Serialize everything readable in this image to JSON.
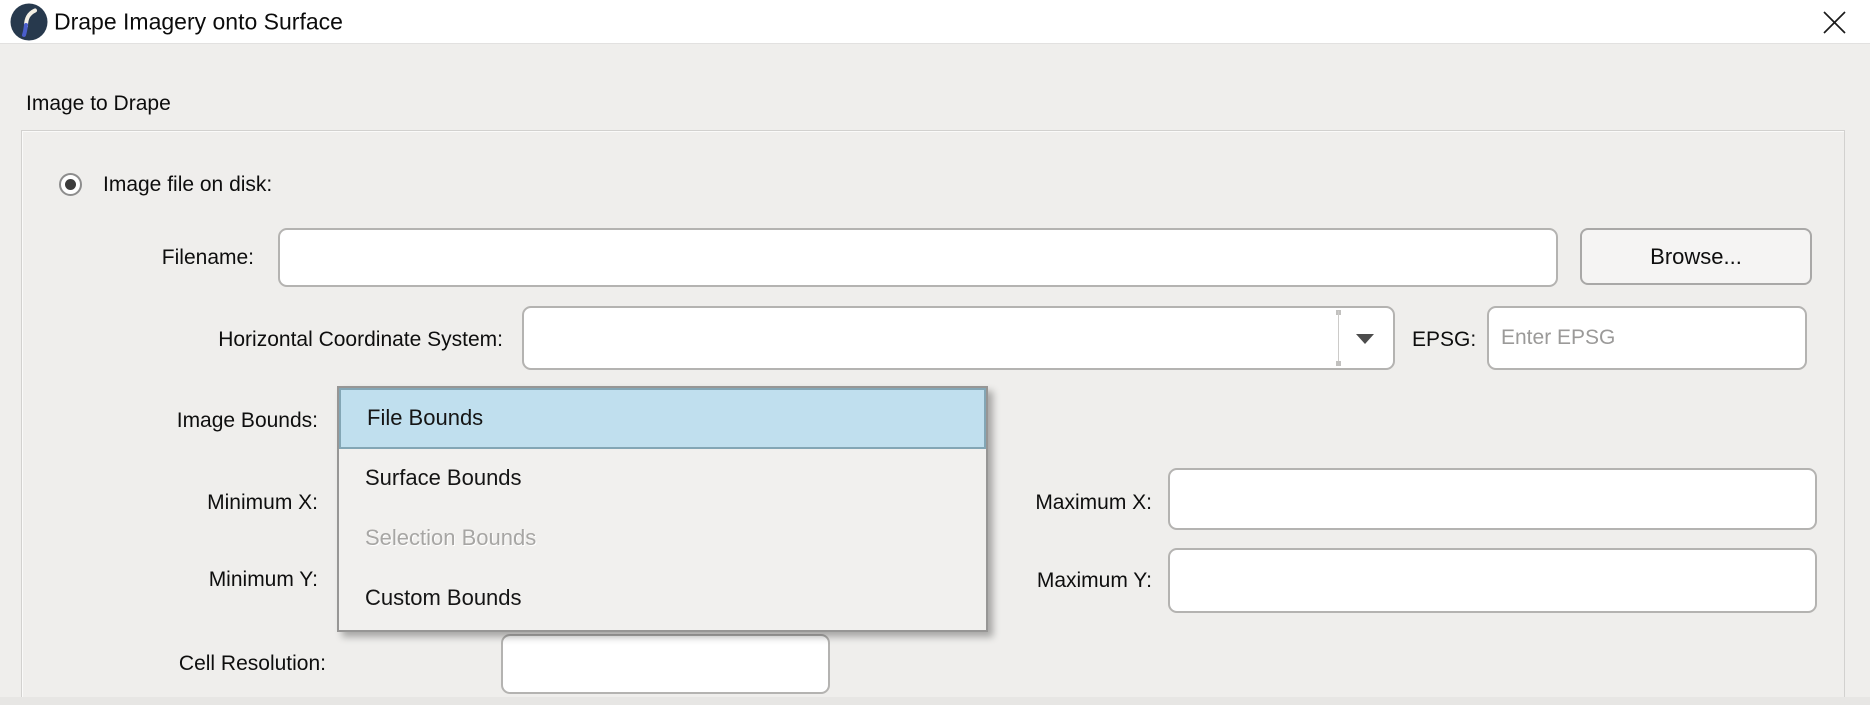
{
  "window": {
    "title": "Drape Imagery onto Surface"
  },
  "group": {
    "title": "Image to Drape"
  },
  "form": {
    "radio_label": "Image file on disk:",
    "radio_selected": true,
    "filename_label": "Filename:",
    "filename_value": "",
    "browse_label": "Browse...",
    "hcs_label": "Horizontal Coordinate System:",
    "hcs_value": "",
    "epsg_label": "EPSG:",
    "epsg_placeholder": "Enter EPSG",
    "epsg_value": "",
    "image_bounds_label": "Image Bounds:",
    "min_x_label": "Minimum X:",
    "min_y_label": "Minimum Y:",
    "max_x_label": "Maximum X:",
    "max_y_label": "Maximum Y:",
    "max_x_value": "",
    "max_y_value": "",
    "cell_resolution_label": "Cell Resolution:",
    "cell_resolution_value": ""
  },
  "bounds_dropdown": {
    "items": [
      {
        "label": "File Bounds",
        "state": "selected"
      },
      {
        "label": "Surface Bounds",
        "state": "enabled"
      },
      {
        "label": "Selection Bounds",
        "state": "disabled"
      },
      {
        "label": "Custom Bounds",
        "state": "enabled"
      }
    ]
  },
  "colors": {
    "highlight_fill": "#c0dfee",
    "highlight_border": "#83a6b5",
    "panel_bg": "#f1f0ee",
    "dialog_bg": "#efeeec",
    "icon_bg": "#27394d",
    "icon_stroke_light": "#f3efe4",
    "icon_stroke_blue": "#4a5ecb"
  }
}
